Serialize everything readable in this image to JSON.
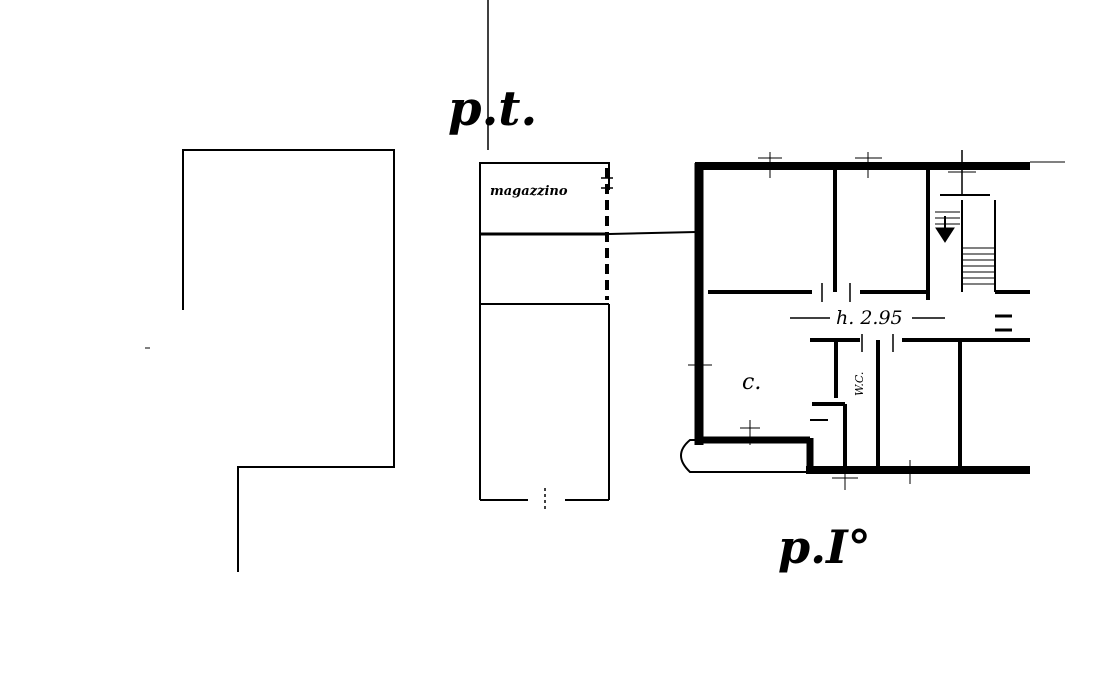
{
  "labels": {
    "ground_floor": "p.t.",
    "first_floor": "p.I°",
    "storage": "magazzino",
    "ceiling_height": "h. 2.95",
    "kitchen": "c.",
    "wc": "W.C."
  },
  "colors": {
    "ink": "#000000",
    "paper": "#ffffff"
  }
}
